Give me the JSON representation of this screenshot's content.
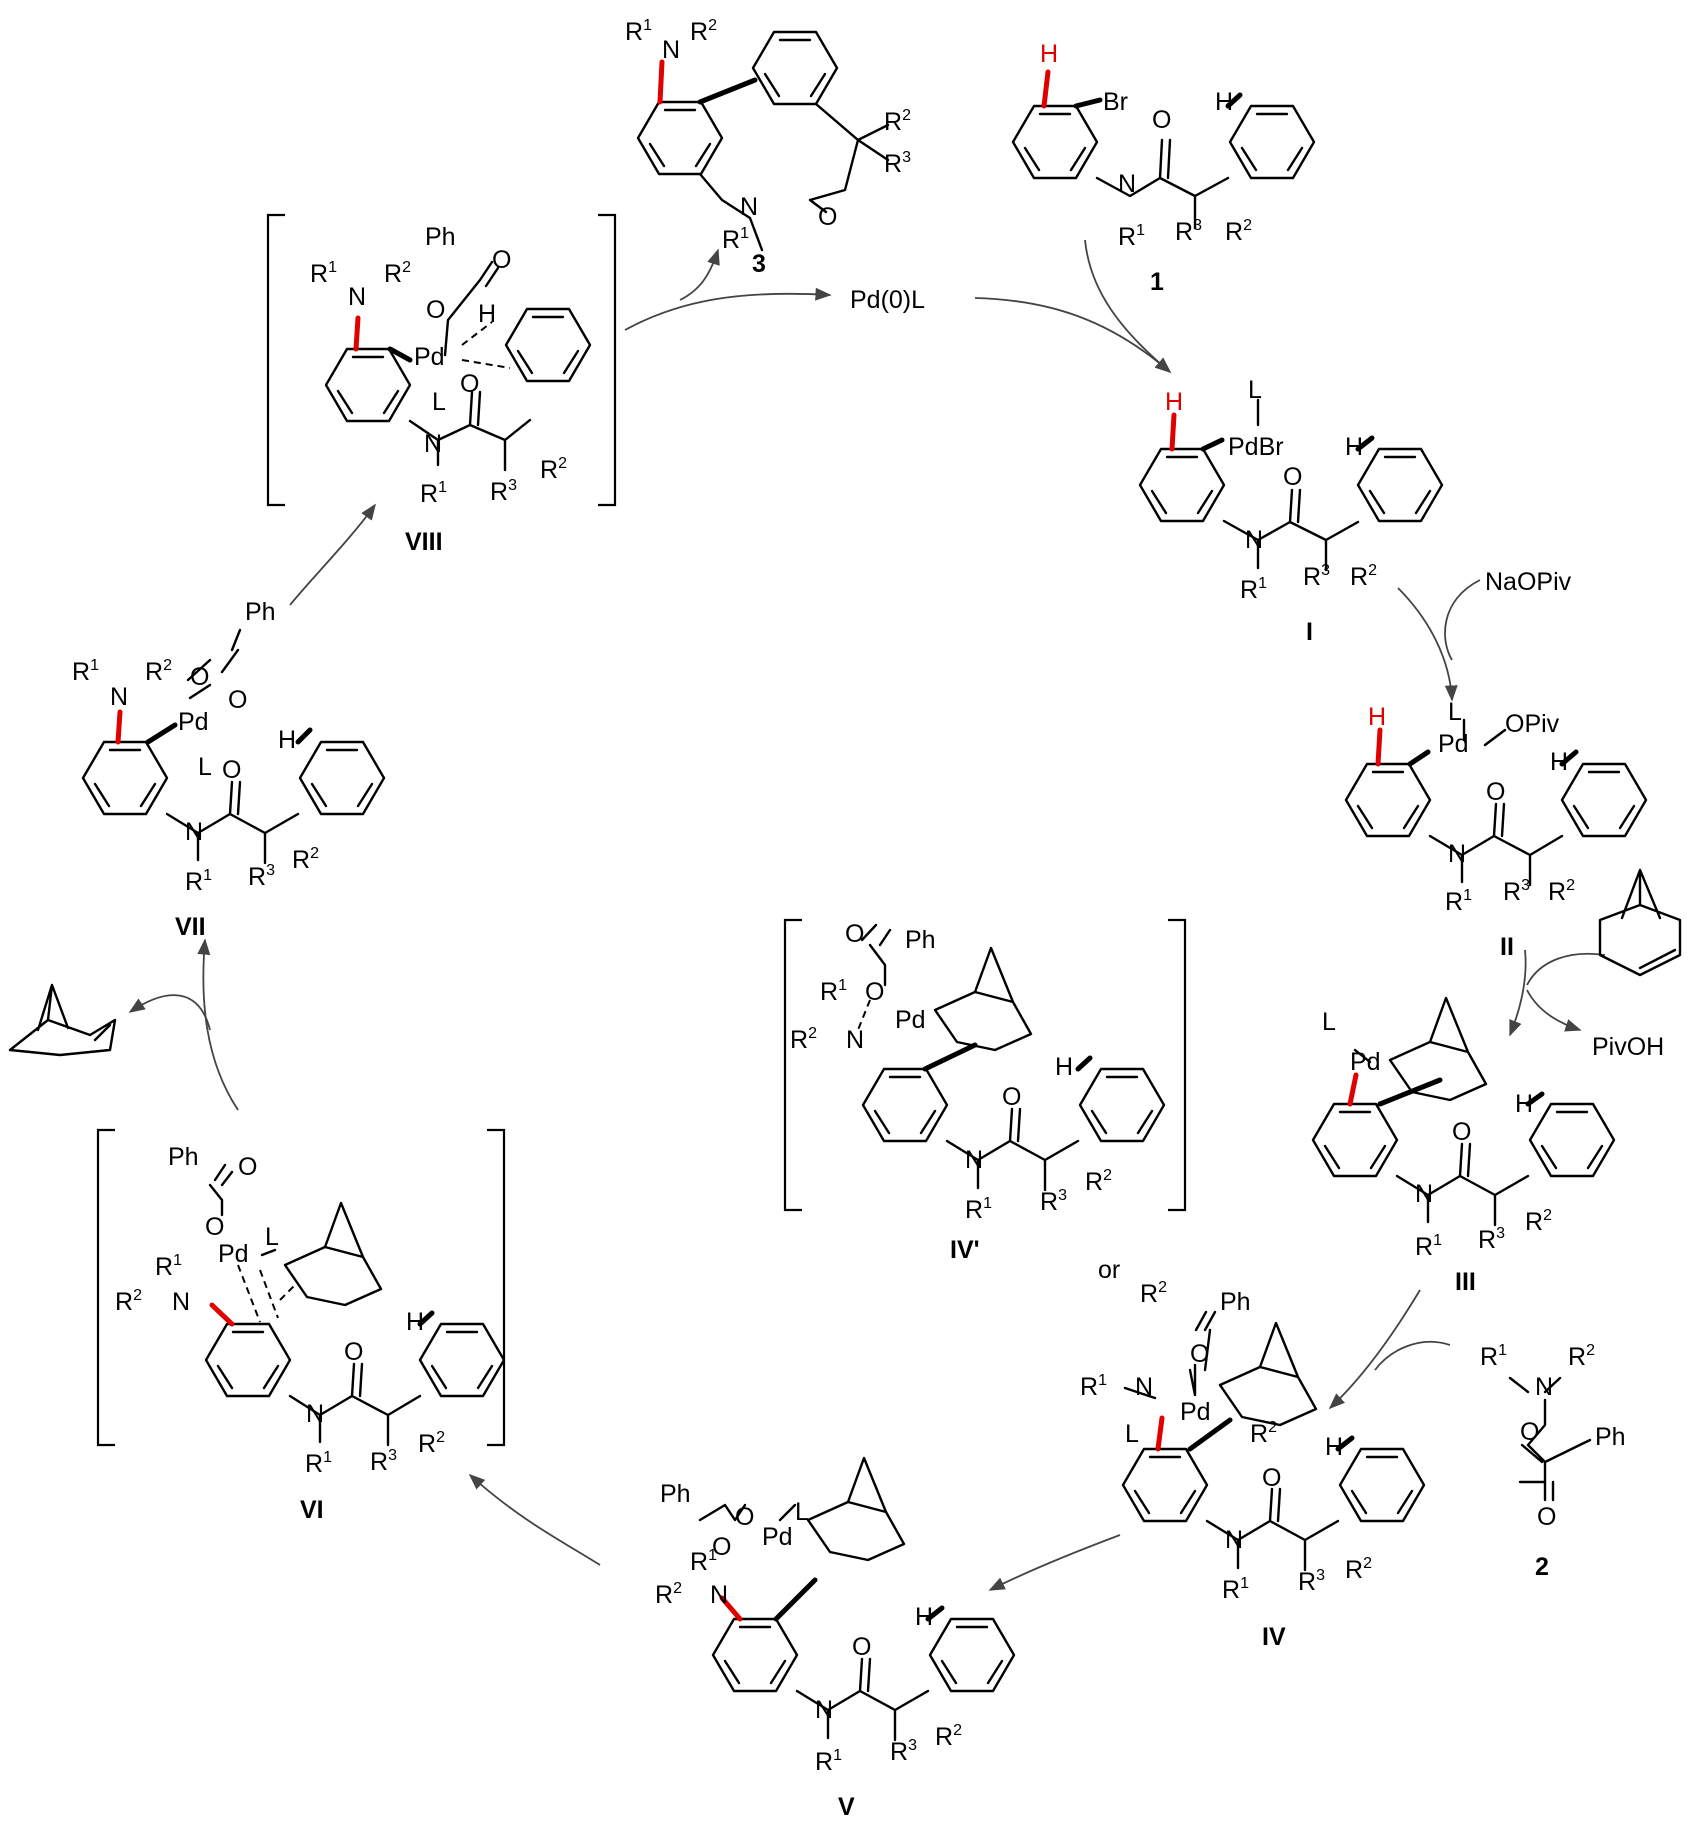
{
  "compounds": {
    "c1": "1",
    "c2": "2",
    "c3": "3",
    "cI": "I",
    "cII": "II",
    "cIII": "III",
    "cIV": "IV",
    "cIVp": "IV'",
    "cV": "V",
    "cVI": "VI",
    "cVII": "VII",
    "cVIII": "VIII"
  },
  "reagents": {
    "pd0": "Pd(0)L",
    "naopiv": "NaOPiv",
    "pivoh": "PivOH",
    "or": "or"
  },
  "atoms": {
    "H": "H",
    "Br": "Br",
    "N": "N",
    "O": "O",
    "Pd": "Pd",
    "L": "L",
    "Ph": "Ph",
    "PdBr": "PdBr",
    "OPiv": "OPiv",
    "R": "R",
    "s1": "1",
    "s2": "2",
    "s3": "3"
  },
  "colors": {
    "highlight": "#e00000",
    "bond": "#000000",
    "arrow": "#444444"
  }
}
